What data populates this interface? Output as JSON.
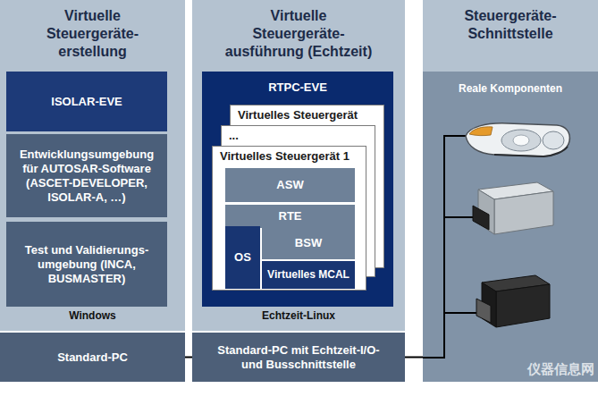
{
  "diagram": {
    "nodes": [
      {
        "text": [
          "Virtuelle Steuergeräte- erstellung",
          "Windows"
        ]
      },
      {
        "text": [
          "ISOLAR-EVE"
        ],
        "in": 0
      },
      {
        "text": [
          "Entwicklungsumgebung für AUTOSAR-Software (ASCET-DEVELOPER, ISOLAR-A, …)"
        ],
        "in": 0
      },
      {
        "text": [
          "Test und Validierungs- umgebung (INCA, BUSMASTER)"
        ],
        "in": 0
      },
      {
        "text": [
          "Virtuelle Steuergeräte- ausführung (Echtzeit)",
          "Echtzeit-Linux"
        ]
      },
      {
        "text": [
          "RTPC-EVE"
        ],
        "in": 4
      },
      {
        "text": [
          "Virtuelles Steuergerät"
        ],
        "in": 5
      },
      {
        "text": [
          "..."
        ],
        "in": 5
      },
      {
        "text": [
          "Virtuelles Steuergerät 1"
        ],
        "in": 5
      },
      {
        "text": [
          "ASW"
        ],
        "in": 8
      },
      {
        "text": [
          "RTE"
        ],
        "in": 8
      },
      {
        "text": [
          "OS"
        ],
        "in": 8
      },
      {
        "text": [
          "BSW"
        ],
        "in": 8
      },
      {
        "text": [
          "Virtuelles MCAL"
        ],
        "in": 8
      },
      {
        "text": [
          "Steuergeräte- Schnittstelle"
        ]
      },
      {
        "text": [
          "Reale Komponenten"
        ],
        "in": 14
      },
      {
        "text": [
          "Standard-PC"
        ]
      },
      {
        "text": [
          "Standard-PC mit Echtzeit-I/O- und Busschnittstelle"
        ]
      }
    ],
    "edges": [
      {
        "from": 16,
        "to": 17,
        "arrow": "none"
      },
      {
        "from": 17,
        "to": 15,
        "arrow": "none"
      }
    ],
    "labels": [
      "仪器信息网"
    ]
  }
}
